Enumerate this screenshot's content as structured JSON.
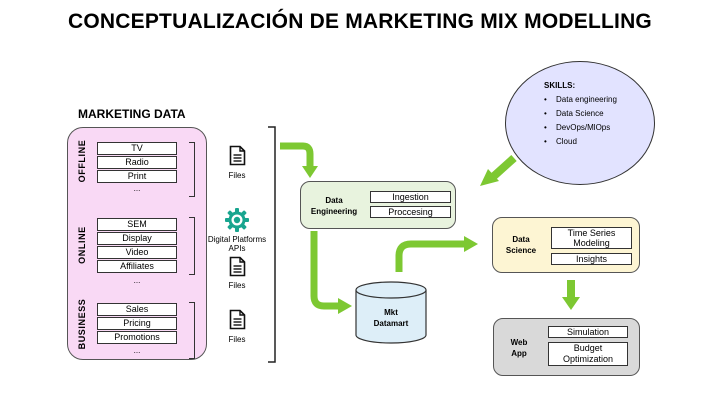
{
  "title": "CONCEPTUALIZACIÓN DE MARKETING MIX MODELLING",
  "marketing_data": {
    "heading": "MARKETING DATA",
    "groups": [
      {
        "label": "OFFLINE",
        "items": [
          "TV",
          "Radio",
          "Print"
        ],
        "more": "..."
      },
      {
        "label": "ONLINE",
        "items": [
          "SEM",
          "Display",
          "Video",
          "Affiliates"
        ],
        "more": "..."
      },
      {
        "label": "BUSINESS",
        "items": [
          "Sales",
          "Pricing",
          "Promotions"
        ],
        "more": "..."
      }
    ]
  },
  "sources": [
    {
      "label": "Files",
      "icon": "file-icon"
    },
    {
      "label": "Digital Platforms APIs",
      "icon": "gear-icon"
    },
    {
      "label": "Files",
      "icon": "file-icon"
    },
    {
      "label": "Files",
      "icon": "file-icon"
    }
  ],
  "data_engineering": {
    "label_line1": "Data",
    "label_line2": "Engineering",
    "steps": [
      "Ingestion",
      "Proccesing"
    ]
  },
  "datamart": {
    "label_line1": "Mkt",
    "label_line2": "Datamart"
  },
  "data_science": {
    "label_line1": "Data",
    "label_line2": "Science",
    "steps": [
      "Time Series Modeling",
      "Insights"
    ]
  },
  "web_app": {
    "label_line1": "Web",
    "label_line2": "App",
    "steps": [
      "Simulation",
      "Budget Optimization"
    ]
  },
  "skills": {
    "title": "SKILLS:",
    "items": [
      "Data engineering",
      "Data Science",
      "DevOps/MlOps",
      "Cloud"
    ]
  },
  "colors": {
    "arrow": "#7dc832",
    "marketing_panel": "#f9d9f5",
    "data_engineering": "#e8f3de",
    "datamart": "#ddeef8",
    "data_science": "#fdf5d3",
    "web_app": "#d9d9d9",
    "skills": "#e2e3ff",
    "gear": "#18a58f"
  }
}
